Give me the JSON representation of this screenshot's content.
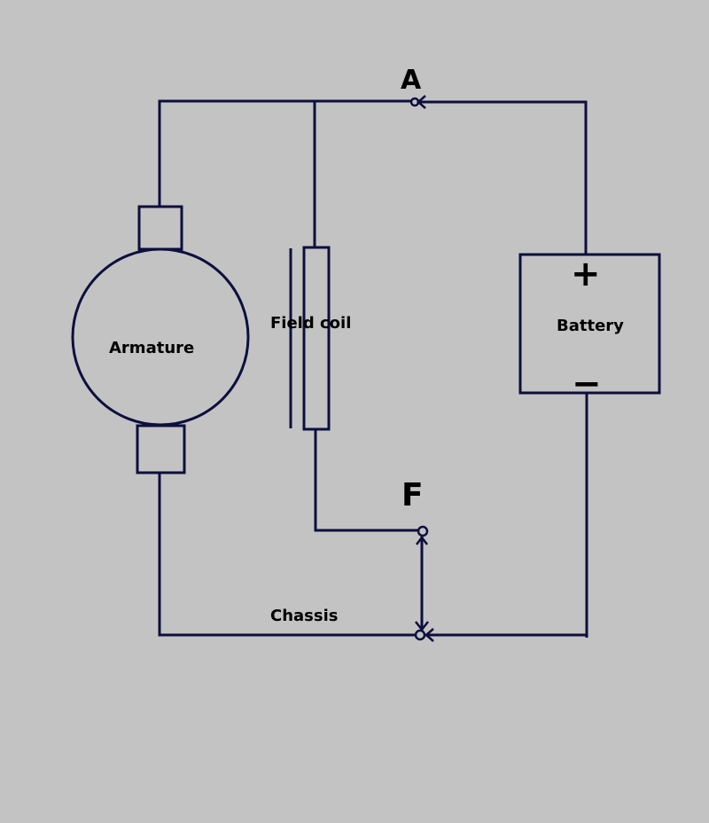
{
  "diagram": {
    "labels": {
      "terminal_a": "A",
      "terminal_f": "F",
      "armature": "Armature",
      "field_coil": "Field coil",
      "battery": "Battery",
      "battery_plus": "+",
      "battery_minus": "−",
      "chassis": "Chassis"
    },
    "colors": {
      "background": "#c3c3c3",
      "wire": "#0e0f3e",
      "text": "#000000"
    }
  }
}
